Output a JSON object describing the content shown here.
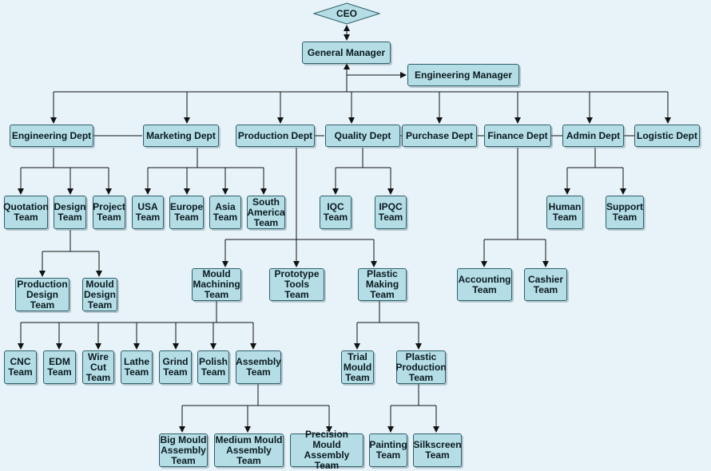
{
  "ceo": "CEO",
  "general_manager": "General Manager",
  "engineering_manager": "Engineering Manager",
  "departments": {
    "engineering": "Engineering Dept",
    "marketing": "Marketing Dept",
    "production": "Production Dept",
    "quality": "Quality Dept",
    "purchase": "Purchase Dept",
    "finance": "Finance Dept",
    "admin": "Admin Dept",
    "logistic": "Logistic Dept"
  },
  "engineering_teams": {
    "quotation": "Quotation\nTeam",
    "design": "Design\nTeam",
    "project": "Project\nTeam"
  },
  "design_teams": {
    "production_design": "Production\nDesign\nTeam",
    "mould_design": "Mould\nDesign\nTeam"
  },
  "marketing_teams": {
    "usa": "USA\nTeam",
    "europe": "Europe\nTeam",
    "asia": "Asia\nTeam",
    "south_america": "South\nAmerica\nTeam"
  },
  "quality_teams": {
    "iqc": "IQC\nTeam",
    "ipqc": "IPQC\nTeam"
  },
  "finance_teams": {
    "accounting": "Accounting\nTeam",
    "cashier": "Cashier\nTeam"
  },
  "admin_teams": {
    "human": "Human\nTeam",
    "support": "Support\nTeam"
  },
  "production_teams": {
    "mould_machining": "Mould\nMachining\nTeam",
    "prototype_tools": "Prototype\nTools\nTeam",
    "plastic_making": "Plastic\nMaking\nTeam"
  },
  "machining_teams": {
    "cnc": "CNC\nTeam",
    "edm": "EDM\nTeam",
    "wire_cut": "Wire\nCut\nTeam",
    "lathe": "Lathe\nTeam",
    "grind": "Grind\nTeam",
    "polish": "Polish\nTeam",
    "assembly": "Assembly\nTeam"
  },
  "assembly_teams": {
    "big_mould": "Big Mould\nAssembly\nTeam",
    "medium_mould": "Medium Mould\nAssembly\nTeam",
    "precision_mould": "Precision Mould\nAssembly\nTeam"
  },
  "plastic_teams": {
    "trial_mould": "Trial\nMould\nTeam",
    "plastic_production": "Plastic\nProduction\nTeam"
  },
  "plastic_production_teams": {
    "painting": "Painting\nTeam",
    "silkscreen": "Silkscreen\nTeam"
  }
}
